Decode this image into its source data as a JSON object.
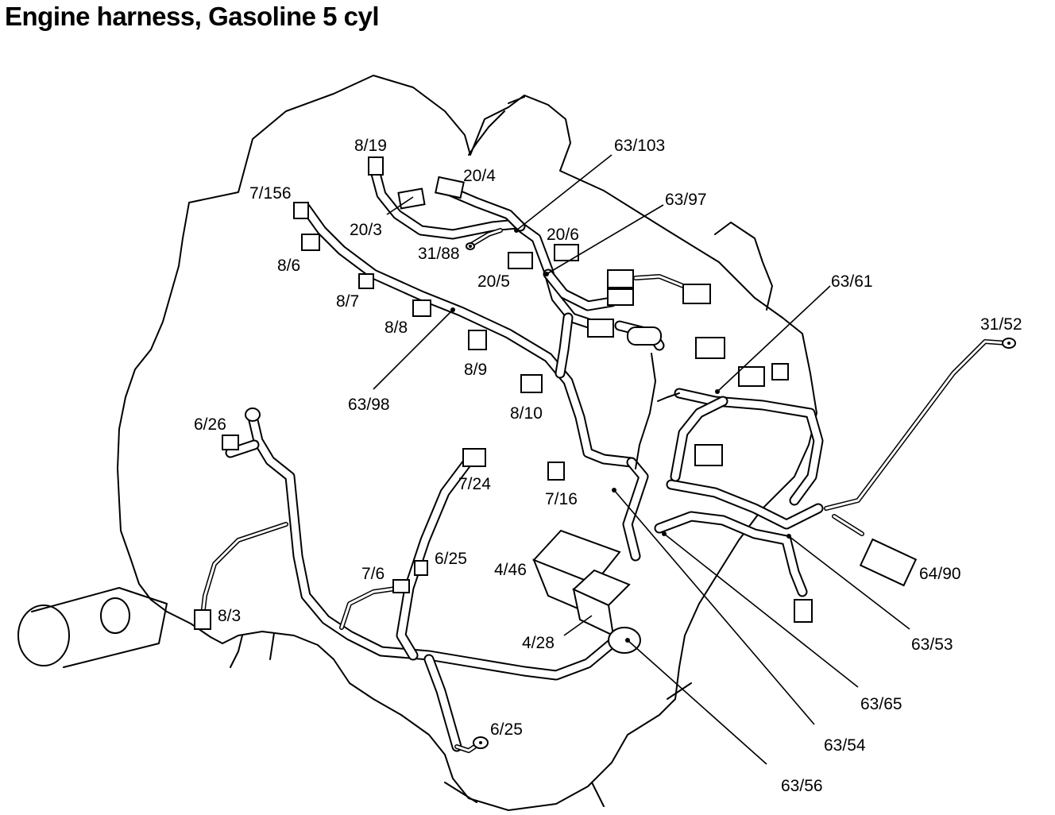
{
  "title": "Engine harness, Gasoline 5 cyl",
  "labels": {
    "l8_19": "8/19",
    "l20_4": "20/4",
    "l63_103": "63/103",
    "l7_156": "7/156",
    "l63_97": "63/97",
    "l20_3": "20/3",
    "l20_6": "20/6",
    "l31_88": "31/88",
    "l8_6": "8/6",
    "l20_5": "20/5",
    "l63_61": "63/61",
    "l8_7": "8/7",
    "l8_8": "8/8",
    "l31_52": "31/52",
    "l8_9": "8/9",
    "l63_98": "63/98",
    "l8_10": "8/10",
    "l6_26": "6/26",
    "l7_24": "7/24",
    "l7_16": "7/16",
    "l6_25a": "6/25",
    "l4_46": "4/46",
    "l7_6": "7/6",
    "l64_90": "64/90",
    "l8_3": "8/3",
    "l4_28": "4/28",
    "l63_53": "63/53",
    "l63_65": "63/65",
    "l6_25b": "6/25",
    "l63_54": "63/54",
    "l63_56": "63/56"
  }
}
